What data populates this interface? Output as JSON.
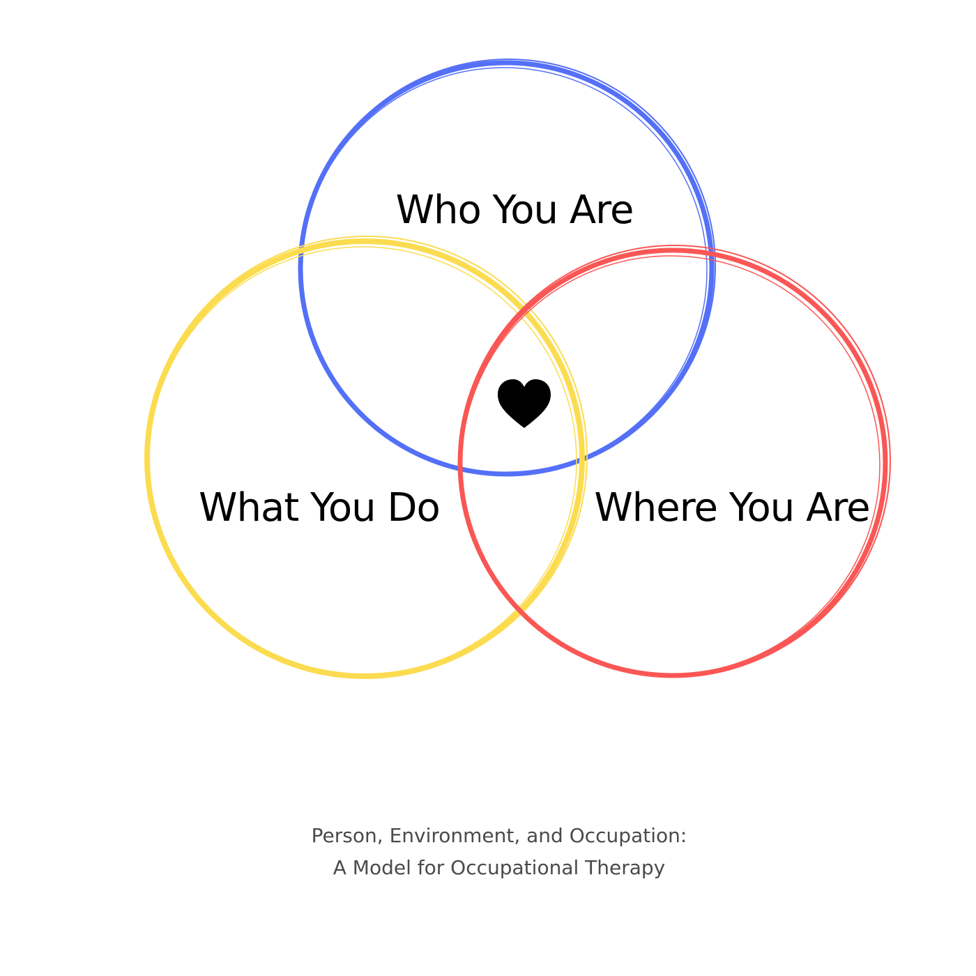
{
  "circles": [
    {
      "id": "who",
      "label": "Who You Are",
      "color": "#5470F7"
    },
    {
      "id": "what",
      "label": "What You Do",
      "color": "#FBDC50"
    },
    {
      "id": "where",
      "label": "Where You Are",
      "color": "#F95755"
    }
  ],
  "center_icon": "heart-icon",
  "caption": {
    "line1": "Person, Environment, and Occupation:",
    "line2": "A Model for Occupational Therapy"
  }
}
